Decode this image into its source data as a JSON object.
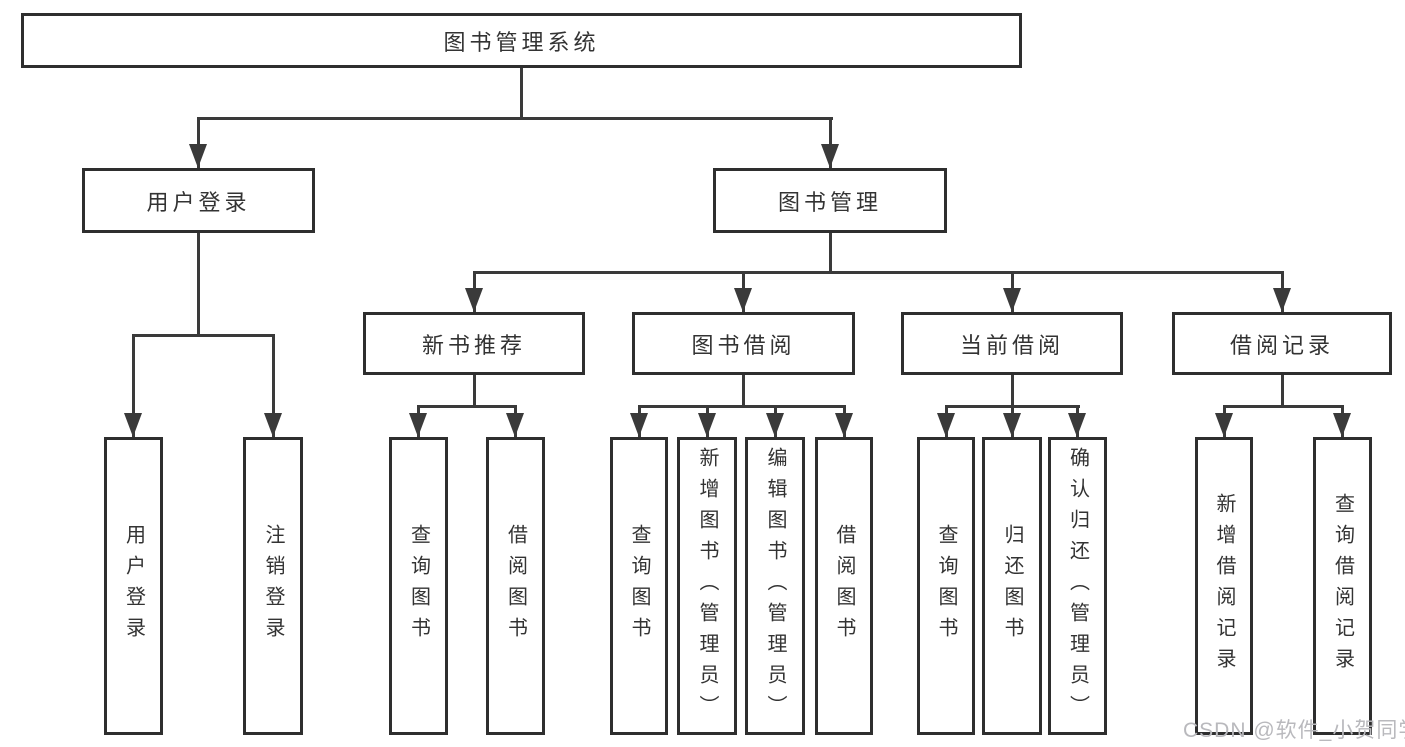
{
  "colors": {
    "line": "#3a3a3a",
    "border": "#2e2e2e",
    "text": "#333333",
    "watermark": "#b9b9bd",
    "background": "#ffffff"
  },
  "tree": {
    "root": {
      "label": "图书管理系统",
      "children": [
        {
          "label": "用户登录",
          "children": [
            {
              "label": "用户登录"
            },
            {
              "label": "注销登录"
            }
          ]
        },
        {
          "label": "图书管理",
          "children": [
            {
              "label": "新书推荐",
              "children": [
                {
                  "label": "查询图书"
                },
                {
                  "label": "借阅图书"
                }
              ]
            },
            {
              "label": "图书借阅",
              "children": [
                {
                  "label": "查询图书"
                },
                {
                  "label": "新增图书（管理员）"
                },
                {
                  "label": "编辑图书（管理员）"
                },
                {
                  "label": "借阅图书"
                }
              ]
            },
            {
              "label": "当前借阅",
              "children": [
                {
                  "label": "查询图书"
                },
                {
                  "label": "归还图书"
                },
                {
                  "label": "确认归还（管理员）"
                }
              ]
            },
            {
              "label": "借阅记录",
              "children": [
                {
                  "label": "新增借阅记录"
                },
                {
                  "label": "查询借阅记录"
                }
              ]
            }
          ]
        }
      ]
    }
  },
  "watermark": {
    "text": "CSDN @软件_小贺同学"
  }
}
